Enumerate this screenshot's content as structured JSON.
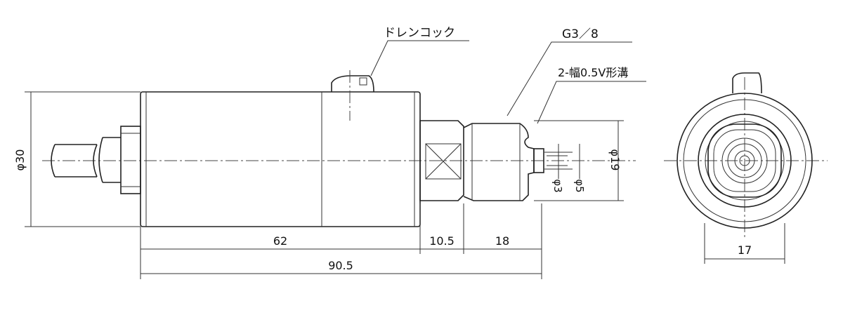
{
  "labels": {
    "drain_cock": "ドレンコック",
    "thread": "G3／8",
    "groove": "2-幅0.5V形溝"
  },
  "dimensions": {
    "body_diameter": "φ30",
    "fitting_diameter": "φ19",
    "bore_small": "φ3",
    "bore_large": "φ5",
    "body_length": "62",
    "hex_length": "10.5",
    "fitting_length": "18",
    "total_length": "90.5",
    "end_view_width": "17"
  }
}
